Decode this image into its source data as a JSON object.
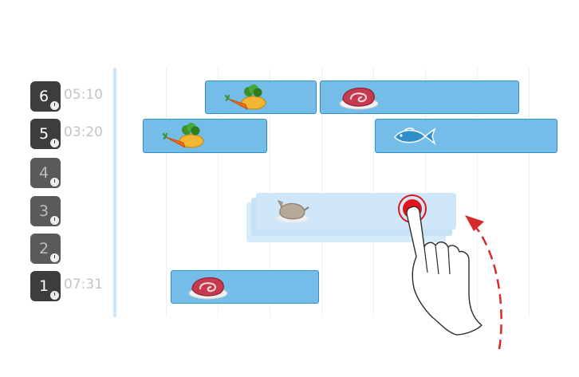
{
  "racks": [
    {
      "level": "6",
      "time": "05:10",
      "loaded": true
    },
    {
      "level": "5",
      "time": "03:20",
      "loaded": true
    },
    {
      "level": "4",
      "time": "",
      "loaded": false
    },
    {
      "level": "3",
      "time": "",
      "loaded": false
    },
    {
      "level": "2",
      "time": "",
      "loaded": false
    },
    {
      "level": "1",
      "time": "07:31",
      "loaded": true
    }
  ],
  "colors": {
    "bar_fill": "#74bde8",
    "bar_border": "#2f8fcb",
    "dragging_bar": "#c6e3f6",
    "arrow": "#d62b2b",
    "touch_point": "#e0141b"
  },
  "icons": {
    "vegetables": "vegetables-icon",
    "meat": "meat-steak-icon",
    "fish": "fish-icon",
    "poultry": "poultry-icon",
    "hand": "hand-pointer-icon",
    "arrow": "curved-arrow-up-icon"
  }
}
